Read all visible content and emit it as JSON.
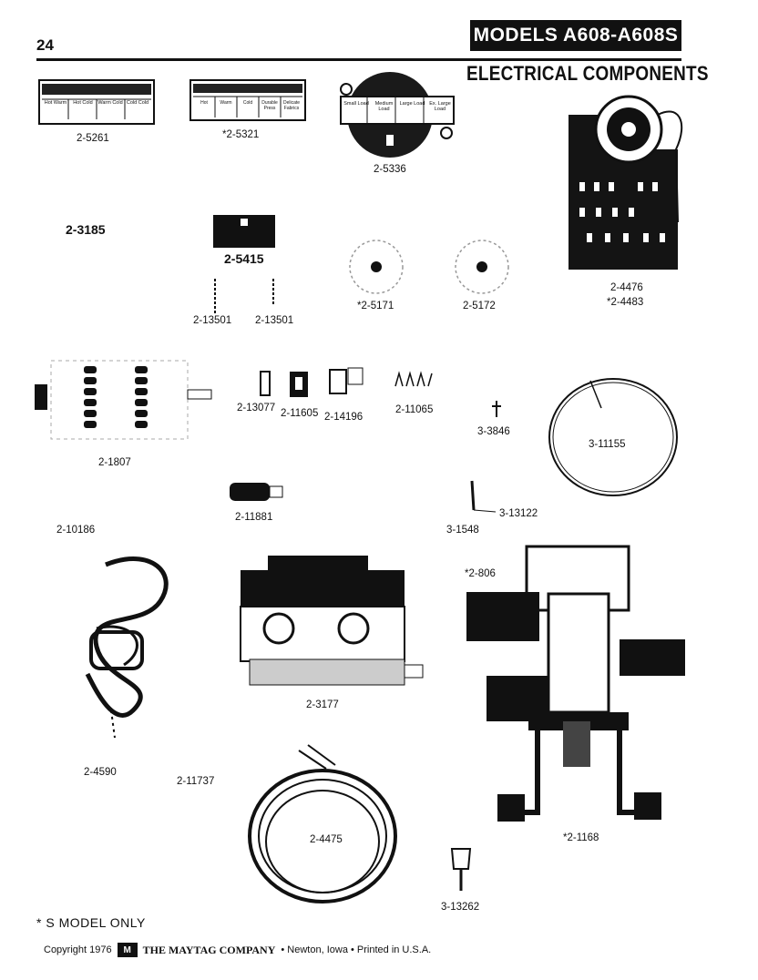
{
  "header": {
    "page_number": "24",
    "banner": "MODELS A608-A608S",
    "section_title": "ELECTRICAL COMPONENTS"
  },
  "parts": [
    {
      "id": "p1",
      "label": "2-5261",
      "big": false
    },
    {
      "id": "p2",
      "label": "*2-5321",
      "big": false
    },
    {
      "id": "p3",
      "label": "2-5336",
      "big": false
    },
    {
      "id": "p4",
      "label": "2-4476",
      "big": false
    },
    {
      "id": "p5",
      "label": "*2-4483",
      "big": false
    },
    {
      "id": "p6",
      "label": "2-3185",
      "big": true
    },
    {
      "id": "p7",
      "label": "2-5415",
      "big": true
    },
    {
      "id": "p8",
      "label": "2-13501",
      "big": false
    },
    {
      "id": "p9",
      "label": "2-13501",
      "big": false
    },
    {
      "id": "p10",
      "label": "*2-5171",
      "big": false
    },
    {
      "id": "p11",
      "label": "2-5172",
      "big": false
    },
    {
      "id": "p12",
      "label": "2-1807",
      "big": false
    },
    {
      "id": "p13",
      "label": "2-13077",
      "big": false
    },
    {
      "id": "p14",
      "label": "2-11605",
      "big": false
    },
    {
      "id": "p15",
      "label": "2-14196",
      "big": false
    },
    {
      "id": "p16",
      "label": "2-11065",
      "big": false
    },
    {
      "id": "p17",
      "label": "3-3846",
      "big": false
    },
    {
      "id": "p18",
      "label": "3-11155",
      "big": false
    },
    {
      "id": "p19",
      "label": "2-11881",
      "big": false
    },
    {
      "id": "p20",
      "label": "2-10186",
      "big": false
    },
    {
      "id": "p21",
      "label": "3-13122",
      "big": false
    },
    {
      "id": "p22",
      "label": "3-1548",
      "big": false
    },
    {
      "id": "p23",
      "label": "*2-806",
      "big": false
    },
    {
      "id": "p24",
      "label": "2-3177",
      "big": false
    },
    {
      "id": "p25",
      "label": "2-4590",
      "big": false
    },
    {
      "id": "p26",
      "label": "2-11737",
      "big": false
    },
    {
      "id": "p27",
      "label": "2-4475",
      "big": false
    },
    {
      "id": "p28",
      "label": "*2-1168",
      "big": false
    },
    {
      "id": "p29",
      "label": "3-13262",
      "big": false
    }
  ],
  "panel_5261": [
    "Hot Warm",
    "Hot Cold",
    "Warm Cold",
    "Cold Cold"
  ],
  "panel_5321": [
    "Hot",
    "Warm",
    "Cold",
    "Durable Press",
    "Delicate Fabrics"
  ],
  "dial_5336": [
    "Small Load",
    "Medium Load",
    "Large Load",
    "Ex. Large Load"
  ],
  "footer": {
    "note": "* S MODEL ONLY",
    "copyright": "Copyright 1976",
    "logo_glyph": "M",
    "company": "THE MAYTAG COMPANY",
    "location": "• Newton, Iowa • Printed in U.S.A."
  }
}
